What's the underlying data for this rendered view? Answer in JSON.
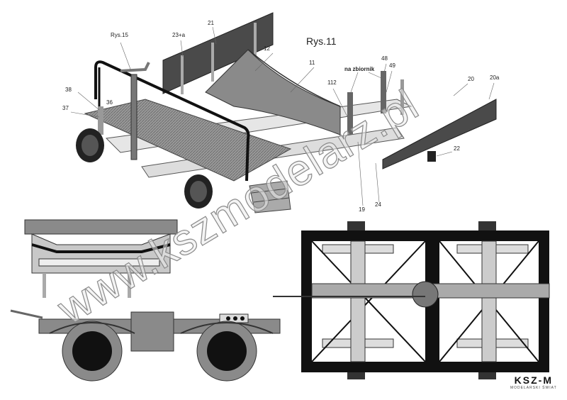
{
  "figure_title": "Rys.11",
  "labels": {
    "rys15": "Rys.15",
    "p23a": "23+a",
    "p21": "21",
    "p12": "12",
    "p11": "11",
    "p38": "38",
    "p36": "36",
    "p37": "37",
    "na_zbiornik": "na zbiornik",
    "p112": "112",
    "p48": "48",
    "p49": "49",
    "p20": "20",
    "p20a": "20a",
    "p22": "22",
    "p19": "19",
    "p24": "24"
  },
  "watermark": "www.kszmodelarz.pl",
  "logo": {
    "name": "KSZ-M",
    "subtitle": "MODELARSKI ŚWIAT"
  },
  "colors": {
    "dark_panel": "#4a4a4a",
    "mid_gray": "#8a8a8a",
    "light_gray": "#c8c8c8",
    "black": "#111111"
  }
}
